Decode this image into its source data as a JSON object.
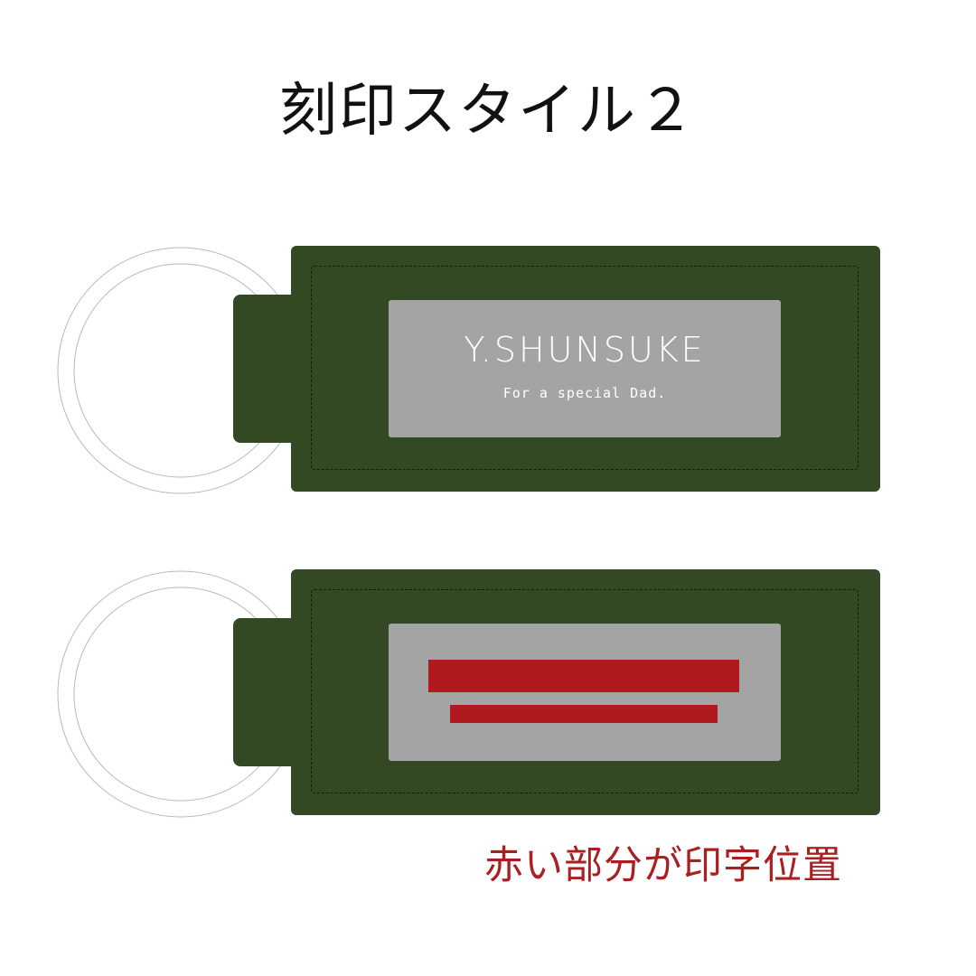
{
  "title": "刻印スタイル２",
  "preview_keychain": {
    "line1": "Y.SHUNSUKE",
    "line2": "For a special Dad."
  },
  "position_keychain": {
    "note": "赤い部分が印字位置"
  },
  "colors": {
    "leather": "#334924",
    "plate": "#a4a4a4",
    "engrave_text": "#ffffff",
    "print_area": "#b0191e",
    "note_text": "#ab1f22",
    "title_text": "#111111"
  },
  "icons": [
    "key-ring-icon"
  ]
}
